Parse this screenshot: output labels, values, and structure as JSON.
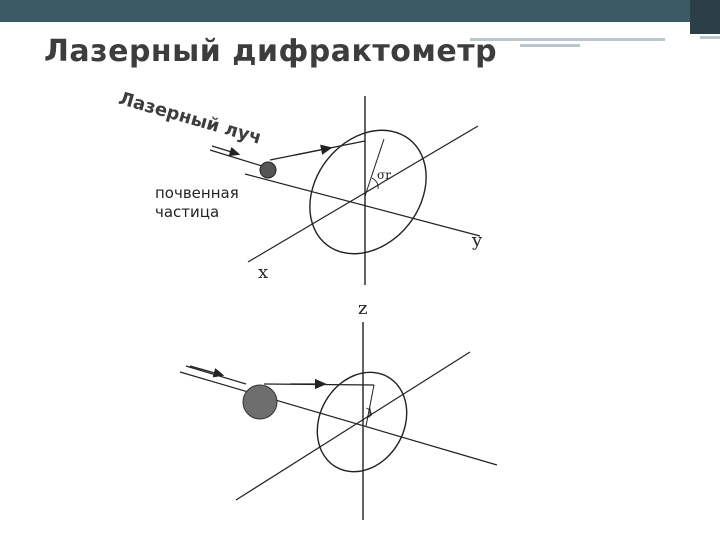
{
  "slide": {
    "title": "Лазерный дифрактометр"
  },
  "diagram": {
    "beam_label": "Лазерный луч",
    "particle_label_line1": "почвенная",
    "particle_label_line2": "частица",
    "axis_x": "x",
    "axis_y": "y",
    "axis_z": "z",
    "angle_upper": "σr",
    "angle_lower": "j"
  }
}
